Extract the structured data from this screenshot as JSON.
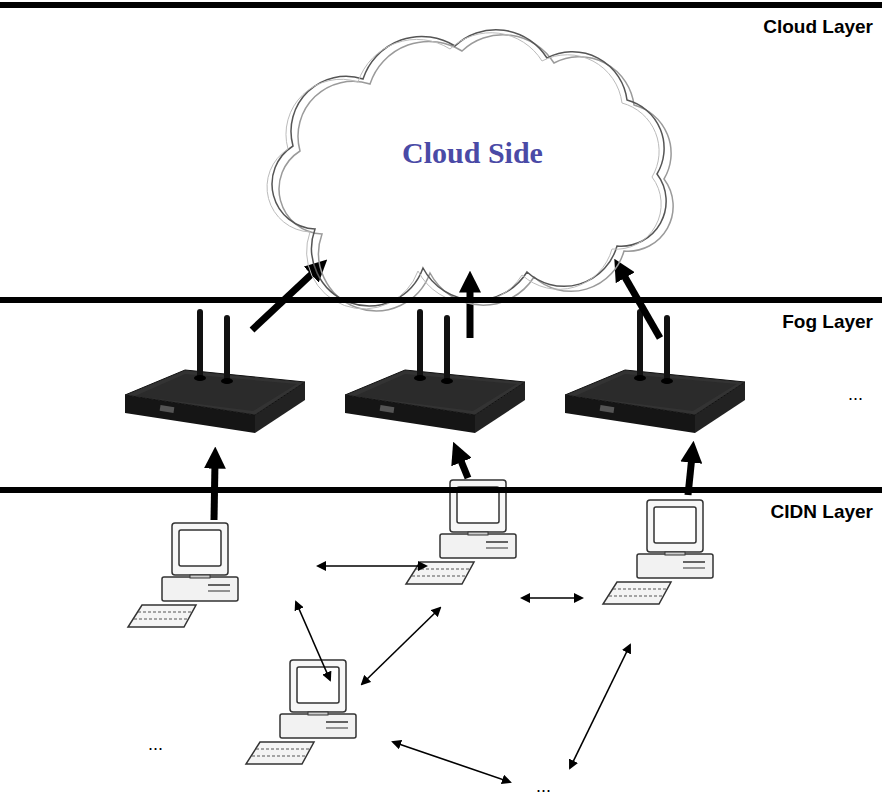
{
  "diagram": {
    "nodes": [
      {
        "text": [
          "Cloud Layer"
        ]
      },
      {
        "text": [
          "Cloud Side"
        ],
        "in": 0
      },
      {
        "text": [
          "Fog Layer"
        ]
      },
      {
        "text": [
          "CIDN Layer"
        ]
      }
    ],
    "labels": [
      "...",
      "...",
      "..."
    ]
  }
}
